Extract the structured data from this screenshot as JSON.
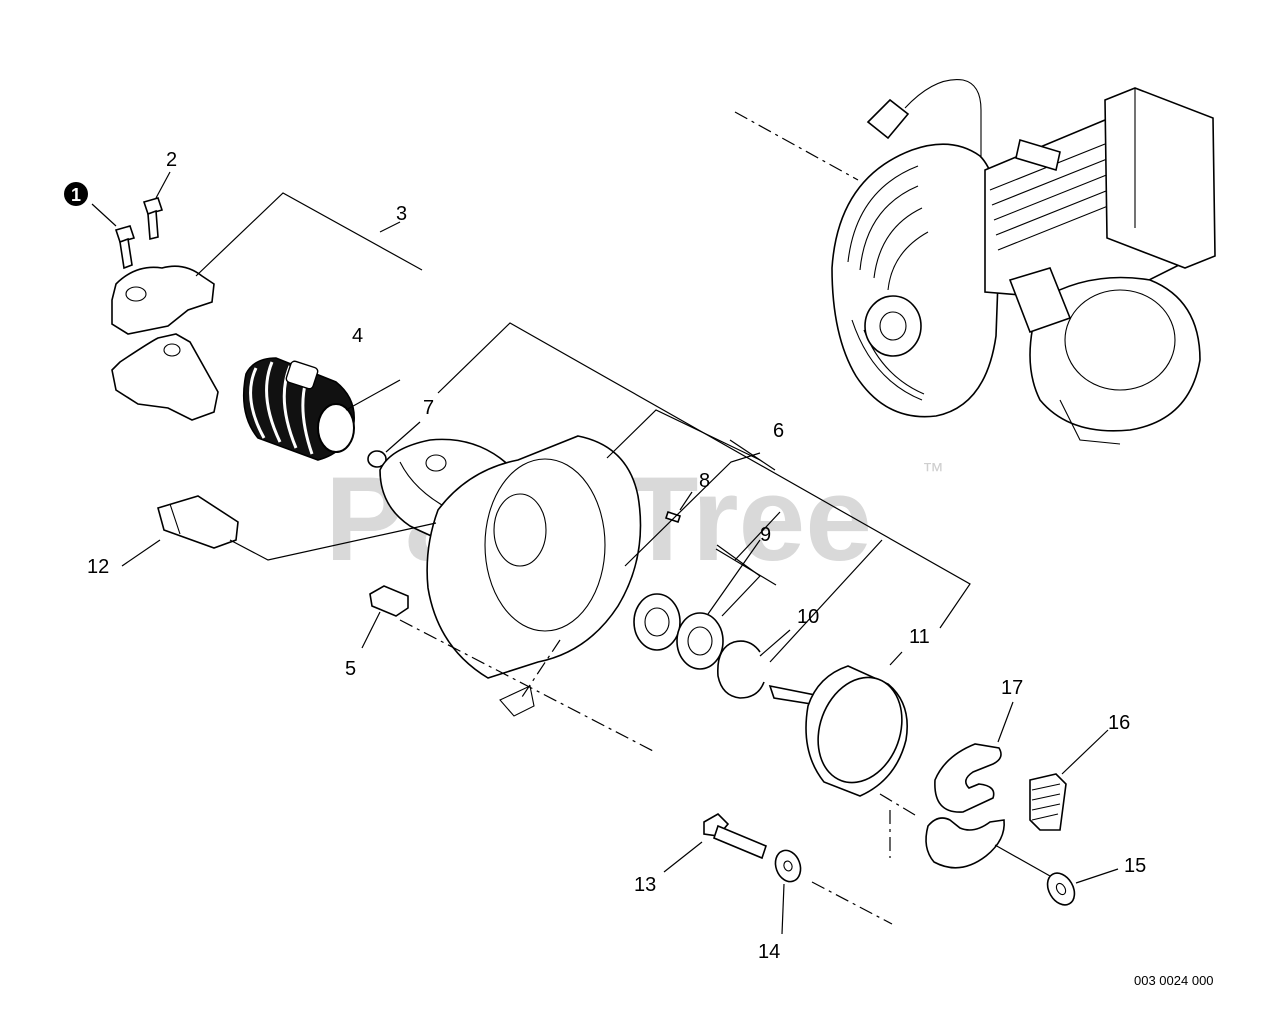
{
  "watermark": {
    "text": "PartsTree",
    "trademark": "™"
  },
  "drawing_code": "003 0024 000",
  "callouts": [
    {
      "id": "c1",
      "text": "1",
      "style": "circled"
    },
    {
      "id": "c2",
      "text": "2"
    },
    {
      "id": "c3",
      "text": "3"
    },
    {
      "id": "c4",
      "text": "4"
    },
    {
      "id": "c5",
      "text": "5"
    },
    {
      "id": "c6",
      "text": "6"
    },
    {
      "id": "c7",
      "text": "7"
    },
    {
      "id": "c8",
      "text": "8"
    },
    {
      "id": "c9",
      "text": "9"
    },
    {
      "id": "c10",
      "text": "10"
    },
    {
      "id": "c11",
      "text": "11"
    },
    {
      "id": "c12",
      "text": "12"
    },
    {
      "id": "c13",
      "text": "13"
    },
    {
      "id": "c14",
      "text": "14"
    },
    {
      "id": "c15",
      "text": "15"
    },
    {
      "id": "c16",
      "text": "16"
    },
    {
      "id": "c17",
      "text": "17"
    }
  ]
}
